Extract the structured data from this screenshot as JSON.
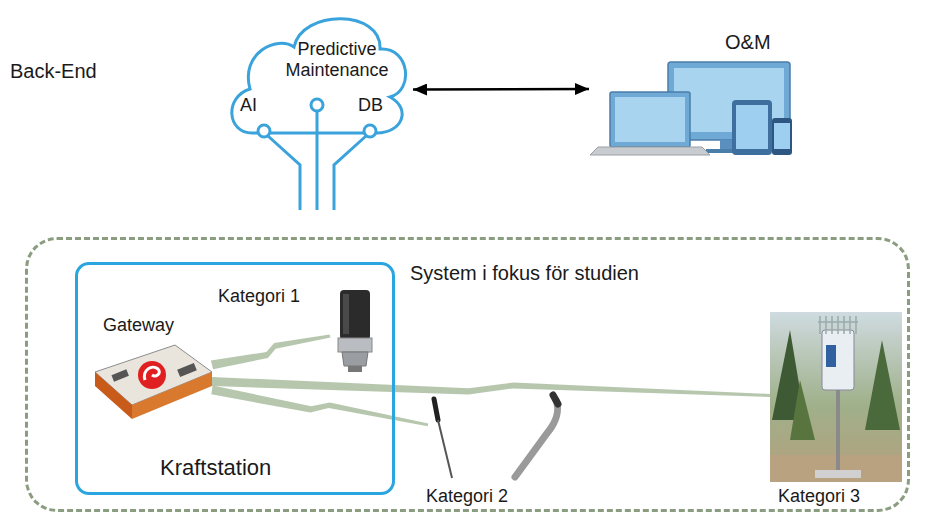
{
  "diagram": {
    "nodes": [
      {
        "text": [
          "Predictive Maintenance",
          "AI",
          "DB"
        ]
      },
      {
        "text": [
          "O&M"
        ]
      },
      {
        "text": [
          "System i fokus för studien"
        ]
      },
      {
        "text": [
          "Kraftstation"
        ],
        "in": 2
      },
      {
        "text": [
          "Gateway"
        ],
        "in": 3
      },
      {
        "text": [
          "Kategori 1"
        ],
        "in": 3
      },
      {
        "text": [
          "Kategori 2"
        ],
        "in": 2
      },
      {
        "text": [
          "Kategori 3"
        ],
        "in": 2
      }
    ],
    "edges": [
      {
        "from": 0,
        "to": 1,
        "arrow": "both"
      },
      {
        "from": 4,
        "to": 5,
        "arrow": "none"
      },
      {
        "from": 4,
        "to": 6,
        "arrow": "none"
      },
      {
        "from": 4,
        "to": 7,
        "arrow": "none"
      }
    ],
    "labels": [
      "Back-End"
    ]
  }
}
